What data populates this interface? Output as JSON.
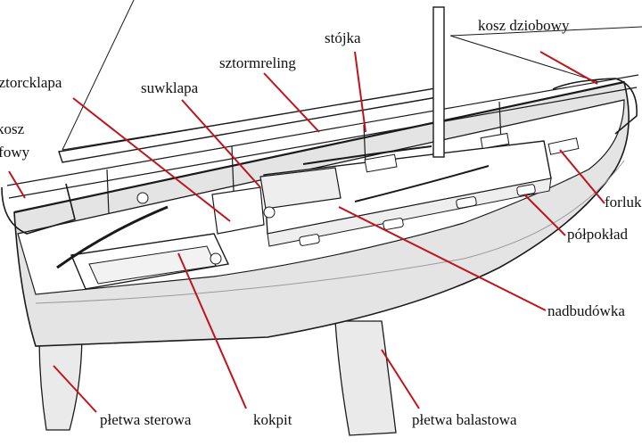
{
  "colors": {
    "leader": "#c0141c",
    "ink": "#1a1a1a",
    "hull_shade": "#e4e4e4",
    "paper": "#ffffff"
  },
  "labels": {
    "kosz_dziobowy": "kosz dziobowy",
    "stojka": "stójka",
    "sztormreling": "sztormreling",
    "sztorcklapa": "sztorcklapa",
    "suwklapa": "suwklapa",
    "kosz_rufowy_1": "kosz",
    "kosz_rufowy_2": "rufowy",
    "forluk": "forluk",
    "polpoklad": "półpokład",
    "nadbudowka": "nadbudówka",
    "pletwa_sterowa": "płetwa sterowa",
    "kokpit": "kokpit",
    "pletwa_balastowa": "płetwa balastowa"
  }
}
